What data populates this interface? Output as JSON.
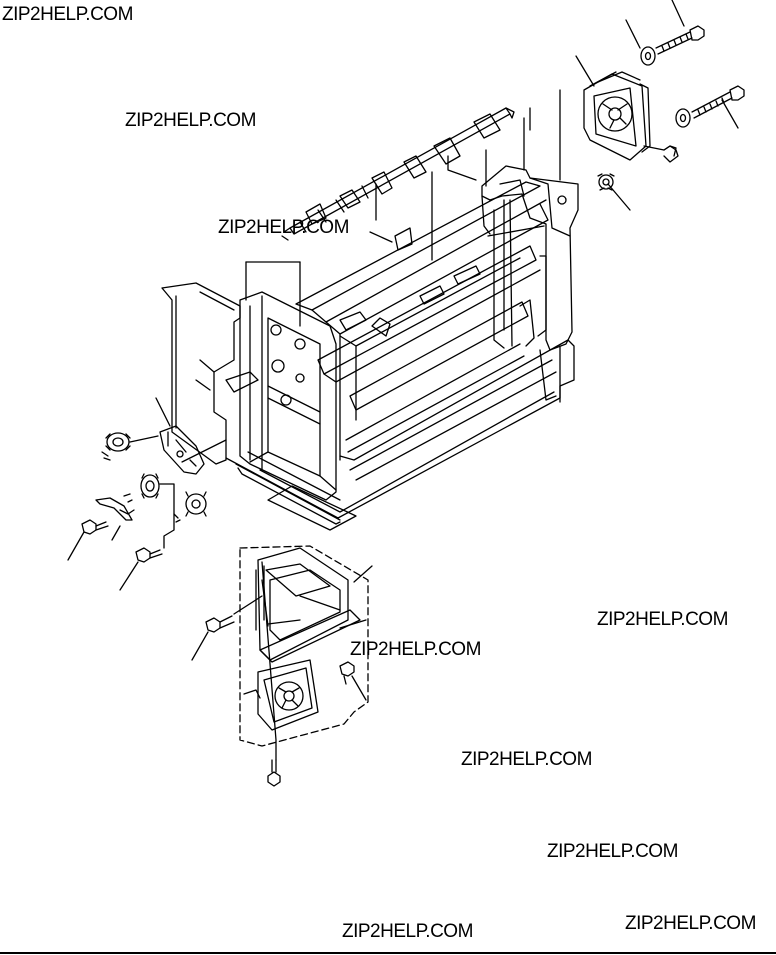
{
  "watermarks": [
    "ZIP2HELP.COM",
    "ZIP2HELP.COM",
    "ZIP2HELP.COM",
    "ZIP2HELP.COM",
    "ZIP2HELP.COM",
    "ZIP2HELP.COM",
    "ZIP2HELP.COM",
    "ZIP2HELP.COM",
    "ZIP2HELP.COM"
  ],
  "colors": {
    "line": "#000000",
    "background": "#ffffff"
  }
}
